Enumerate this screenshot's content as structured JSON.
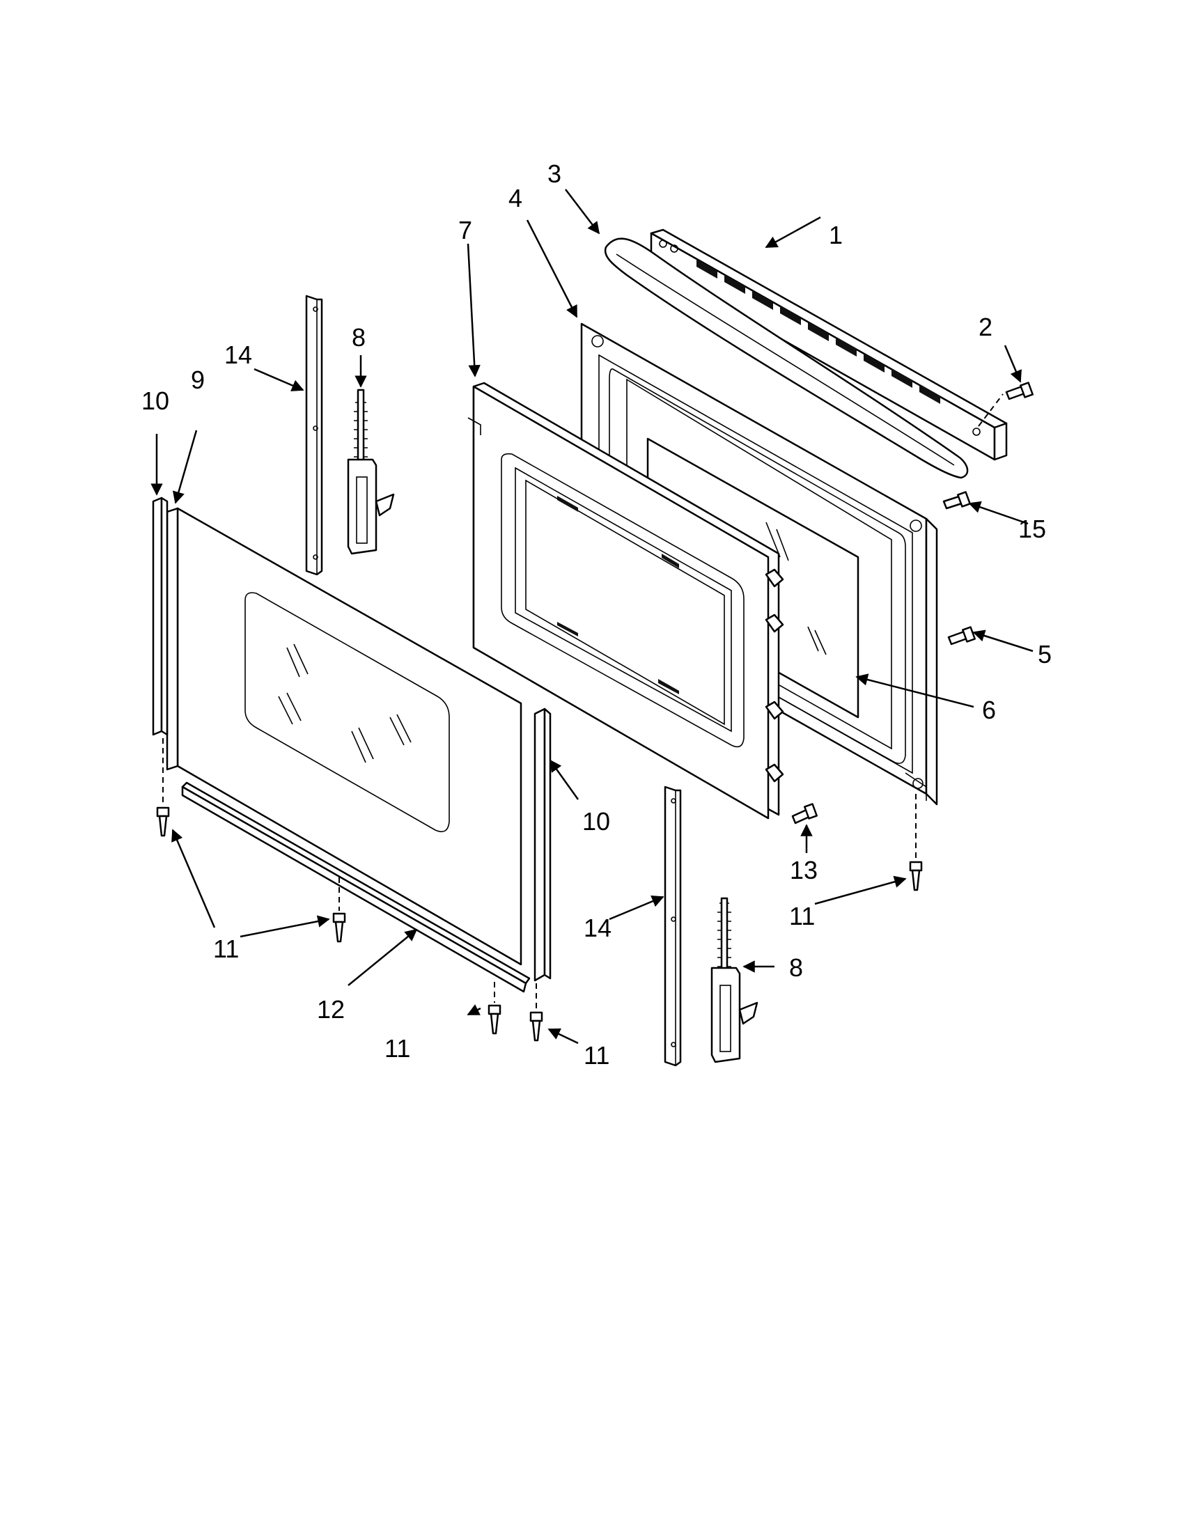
{
  "diagram": {
    "callouts": {
      "c1": "1",
      "c2": "2",
      "c3": "3",
      "c4": "4",
      "c5": "5",
      "c6": "6",
      "c7": "7",
      "c8_upper": "8",
      "c8_lower": "8",
      "c9": "9",
      "c10_left": "10",
      "c10_right": "10",
      "c11_left_screw": "11",
      "c11_bottom_screw": "11",
      "c11_right_screw": "11",
      "c11_lower_right": "11",
      "c11_center": "11",
      "c12": "12",
      "c13": "13",
      "c14_upper": "14",
      "c14_lower": "14",
      "c15": "15"
    }
  }
}
